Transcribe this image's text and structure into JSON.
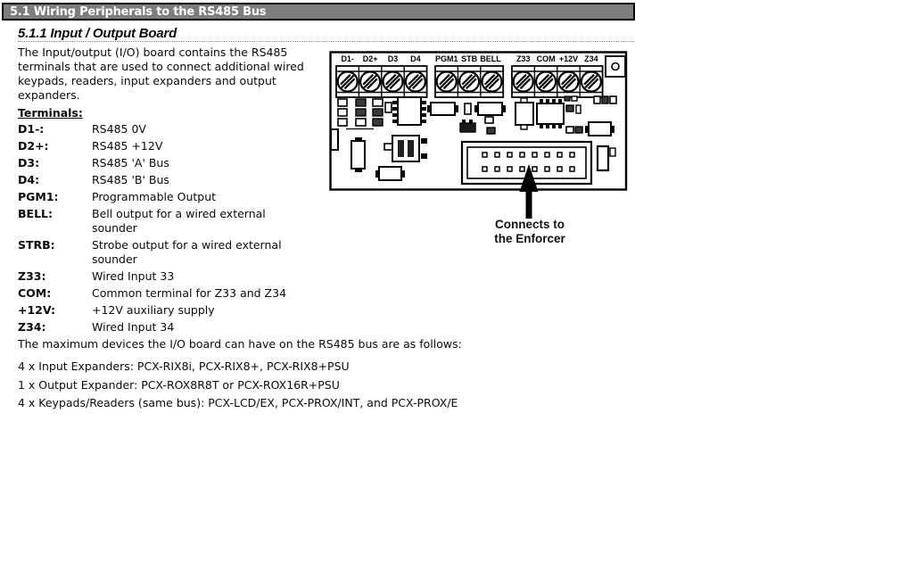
{
  "page": {
    "section_header": "5.1 Wiring Peripherals to the RS485 Bus",
    "subsection_title": "5.1.1 Input / Output Board",
    "intro_paragraph": "The Input/output (I/O) board contains the RS485 terminals that are used to connect additional wired keypads, readers, input expanders and output expanders.",
    "terminals_heading": "Terminals:",
    "terminals": [
      {
        "term": "D1-:",
        "desc": "RS485 0V"
      },
      {
        "term": "D2+:",
        "desc": "RS485 +12V"
      },
      {
        "term": "D3:",
        "desc": "RS485 'A' Bus"
      },
      {
        "term": "D4:",
        "desc": "RS485 'B' Bus"
      },
      {
        "term": "PGM1:",
        "desc": "Programmable Output"
      },
      {
        "term": "BELL:",
        "desc": "Bell output for a wired external sounder"
      },
      {
        "term": "STRB:",
        "desc": "Strobe output for a wired external sounder"
      },
      {
        "term": "Z33:",
        "desc": "Wired Input 33"
      },
      {
        "term": "COM:",
        "desc": "Common terminal for Z33 and Z34"
      },
      {
        "term": "+12V:",
        "desc": "+12V auxiliary supply"
      },
      {
        "term": "Z34:",
        "desc": "Wired Input 34"
      }
    ],
    "max_devices_intro": "The maximum devices the I/O board can have on the RS485 bus are as follows:",
    "device_limits": [
      "4 x Input Expanders: PCX-RIX8i, PCX-RIX8+, PCX-RIX8+PSU",
      "1 x Output Expander: PCX-ROX8R8T or PCX-ROX16R+PSU",
      "4 x Keypads/Readers (same bus): PCX-LCD/EX, PCX-PROX/INT, and PCX-PROX/E"
    ]
  },
  "diagram": {
    "terminal_labels": [
      "D1-",
      "D2+",
      "D3",
      "D4",
      "PGM1",
      "STB",
      "BELL",
      "Z33",
      "COM",
      "+12V",
      "Z34"
    ],
    "caption_line1": "Connects to",
    "caption_line2": "the Enforcer"
  },
  "colors": {
    "header_bar_fill": "#7d7d7d",
    "header_bar_text": "#ffffff",
    "body_text": "#0a0a0a"
  }
}
